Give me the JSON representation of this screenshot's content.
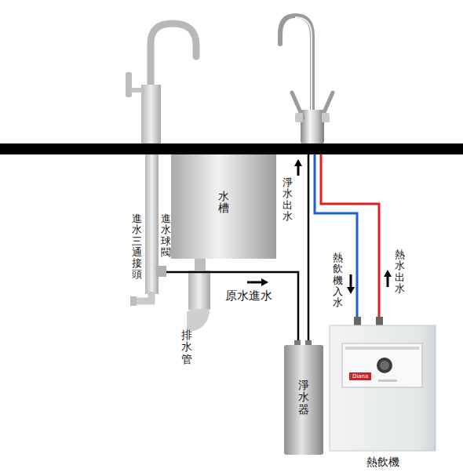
{
  "diagram": {
    "nodes": [
      {
        "text": [
          "水槽"
        ]
      },
      {
        "text": [
          "淨水器"
        ]
      },
      {
        "text": [
          "熱飲機"
        ]
      }
    ],
    "labels": [
      "淨水出水",
      "進水球閥",
      "進水三通接頭",
      "熱飲機入水",
      "熱水出水",
      "原水進水",
      "排水管",
      "Diana"
    ]
  }
}
